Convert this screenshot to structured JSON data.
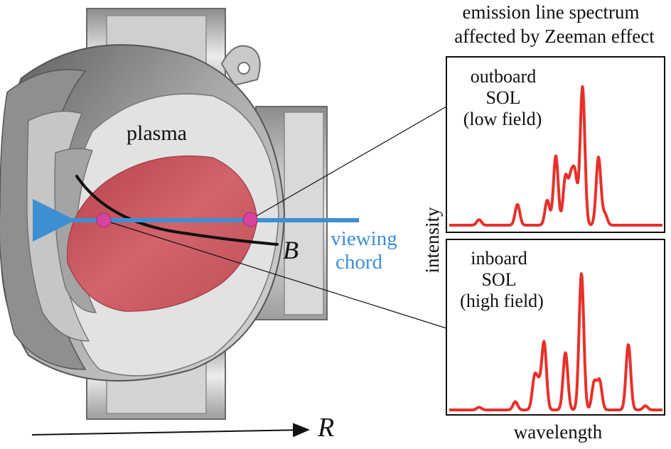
{
  "header": {
    "line1": "emission line spectrum",
    "line2": "affected by Zeeman effect"
  },
  "device": {
    "plasma_label": "plasma",
    "field_label": "B",
    "chord_label_1": "viewing",
    "chord_label_2": "chord",
    "axis_label": "R"
  },
  "spectra": {
    "y_axis_label": "intensity",
    "x_axis_label": "wavelength",
    "outboard": {
      "line1": "outboard",
      "line2": "SOL",
      "line3": "(low field)"
    },
    "inboard": {
      "line1": "inboard",
      "line2": "SOL",
      "line3": "(high field)"
    }
  },
  "colors": {
    "spectrum_line": "#e8302a",
    "chord": "#3d8fd1",
    "plasma": "#c9545c",
    "marker": "#d6449f",
    "vessel": "#b4b4b4"
  },
  "chart_data": [
    {
      "type": "line",
      "name": "outboard SOL (low field)",
      "xlabel": "wavelength",
      "ylabel": "intensity",
      "peaks": [
        {
          "center": 0.14,
          "amp": 0.04
        },
        {
          "center": 0.32,
          "amp": 0.15
        },
        {
          "center": 0.46,
          "amp": 0.18
        },
        {
          "center": 0.5,
          "amp": 0.5
        },
        {
          "center": 0.545,
          "amp": 0.34
        },
        {
          "center": 0.57,
          "amp": 0.3
        },
        {
          "center": 0.59,
          "amp": 0.34
        },
        {
          "center": 0.625,
          "amp": 1.0
        },
        {
          "center": 0.7,
          "amp": 0.49
        },
        {
          "center": 0.73,
          "amp": 0.08
        }
      ]
    },
    {
      "type": "line",
      "name": "inboard SOL (high field)",
      "xlabel": "wavelength",
      "ylabel": "intensity",
      "peaks": [
        {
          "center": 0.14,
          "amp": 0.02
        },
        {
          "center": 0.31,
          "amp": 0.06
        },
        {
          "center": 0.4,
          "amp": 0.23
        },
        {
          "center": 0.42,
          "amp": 0.16
        },
        {
          "center": 0.445,
          "amp": 0.49
        },
        {
          "center": 0.545,
          "amp": 0.42
        },
        {
          "center": 0.62,
          "amp": 1.0
        },
        {
          "center": 0.68,
          "amp": 0.2
        },
        {
          "center": 0.705,
          "amp": 0.21
        },
        {
          "center": 0.84,
          "amp": 0.48
        },
        {
          "center": 0.92,
          "amp": 0.03
        }
      ]
    }
  ]
}
